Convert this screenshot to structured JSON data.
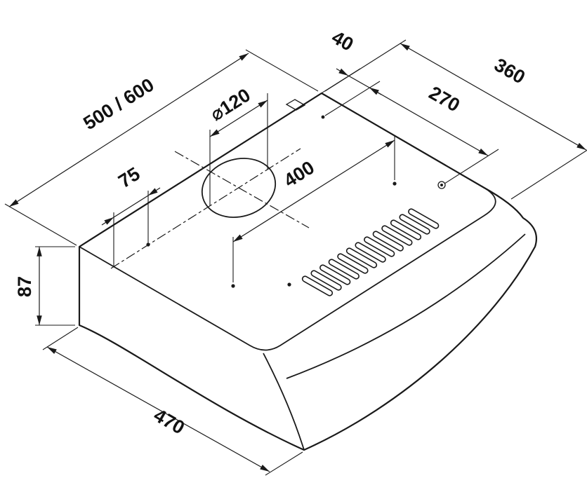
{
  "dims": {
    "width": "500 / 600",
    "mount_offset": "40",
    "mount_spacing": "270",
    "top_depth": "360",
    "duct_diameter": "⌀120",
    "duct_offset": "75",
    "hole_spacing": "400",
    "rear_height": "87",
    "bottom_depth": "470"
  }
}
